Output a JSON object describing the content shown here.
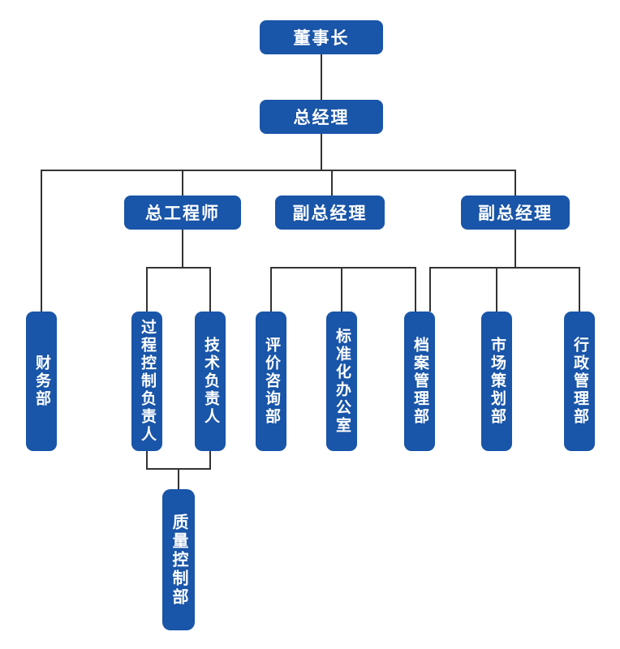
{
  "diagram": {
    "type": "org-chart",
    "colors": {
      "node_fill": "#1955a8",
      "node_text": "#ffffff",
      "connector": "#333333",
      "background": "#ffffff"
    },
    "nodes": [
      {
        "id": "chairman",
        "label": "董事长",
        "level": 1
      },
      {
        "id": "general-manager",
        "label": "总经理",
        "level": 2
      },
      {
        "id": "chief-engineer",
        "label": "总工程师",
        "level": 3
      },
      {
        "id": "deputy-general-manager-1",
        "label": "副总经理",
        "level": 3
      },
      {
        "id": "deputy-general-manager-2",
        "label": "副总经理",
        "level": 3
      },
      {
        "id": "finance-dept",
        "label": "财务部",
        "level": 4
      },
      {
        "id": "process-control-leader",
        "label": "过程控制负责人",
        "level": 4
      },
      {
        "id": "technical-leader",
        "label": "技术负责人",
        "level": 4
      },
      {
        "id": "evaluation-consulting-dept",
        "label": "评价咨询部",
        "level": 4
      },
      {
        "id": "standardization-office",
        "label": "标准化办公室",
        "level": 4
      },
      {
        "id": "archives-management-dept",
        "label": "档案管理部",
        "level": 4
      },
      {
        "id": "market-planning-dept",
        "label": "市场策划部",
        "level": 4
      },
      {
        "id": "administration-dept",
        "label": "行政管理部",
        "level": 4
      },
      {
        "id": "quality-control-dept",
        "label": "质量控制部",
        "level": 5
      }
    ],
    "edges": [
      {
        "from": "chairman",
        "to": "general-manager"
      },
      {
        "from": "general-manager",
        "to": "finance-dept"
      },
      {
        "from": "general-manager",
        "to": "chief-engineer"
      },
      {
        "from": "general-manager",
        "to": "deputy-general-manager-1"
      },
      {
        "from": "general-manager",
        "to": "deputy-general-manager-2"
      },
      {
        "from": "chief-engineer",
        "to": "process-control-leader"
      },
      {
        "from": "chief-engineer",
        "to": "technical-leader"
      },
      {
        "from": "deputy-general-manager-1",
        "to": "evaluation-consulting-dept"
      },
      {
        "from": "deputy-general-manager-1",
        "to": "standardization-office"
      },
      {
        "from": "deputy-general-manager-1",
        "to": "archives-management-dept"
      },
      {
        "from": "deputy-general-manager-2",
        "to": "archives-management-dept"
      },
      {
        "from": "deputy-general-manager-2",
        "to": "market-planning-dept"
      },
      {
        "from": "deputy-general-manager-2",
        "to": "administration-dept"
      },
      {
        "from": "process-control-leader",
        "to": "quality-control-dept"
      },
      {
        "from": "technical-leader",
        "to": "quality-control-dept"
      }
    ]
  }
}
